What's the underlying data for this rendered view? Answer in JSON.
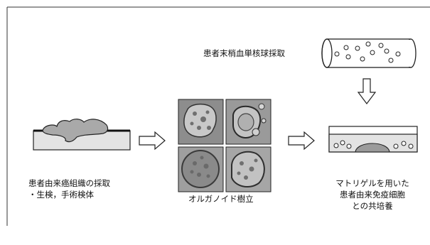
{
  "blood_collection_label": "患者末梢血単核球採取",
  "tissue_label_line1": "患者由来癌組織の採取",
  "tissue_label_line2": "・生検，手術検体",
  "organoid_label": "オルガノイド樹立",
  "coculture_label_line1": "マトリゲルを用いた",
  "coculture_label_line2": "患者由来免疫細胞",
  "coculture_label_line3": "との共培養"
}
